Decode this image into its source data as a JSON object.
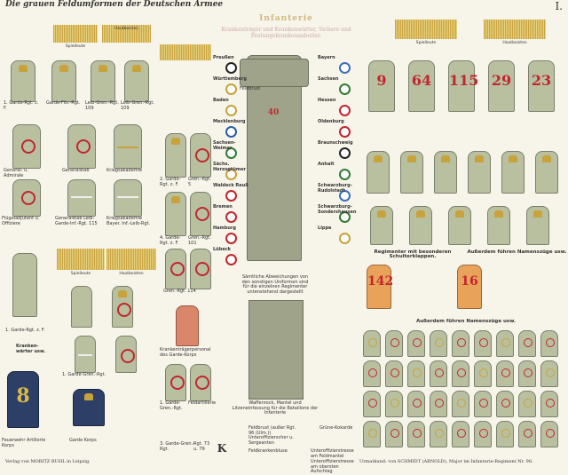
{
  "header": {
    "title": "Die grauen Feldumformen der Deutschen Armee",
    "plate_number": "I."
  },
  "left": {
    "label_top": "Spielleute",
    "label_hautboist": "Hautboisten",
    "straps": [
      "1. Garde-Rgt. z. F.",
      "Garde-Fils.-Rgt.",
      "Leib-Gren.-Rgt. 109",
      "Leib-Gren.-Rgt. 109"
    ],
    "row2": [
      "General- u. Admirale",
      "Generalstab",
      "Kriegsakademie"
    ],
    "row3": [
      "Flügeladjutant u. Offiziere",
      "Generalstab Leib-Garde-Inf.-Rgt. 115",
      "Kriegsakademie Bayer. Inf.-Leib-Rgt."
    ],
    "spielleute2": "Spielleute",
    "hautboist2": "Hautboisten",
    "garde": "1. Garde-Rgt. z. F.",
    "garde_gren": "1. Garde-Gren.-Rgt.",
    "kranken": "Kranken-\nwärter usw.",
    "bottom": [
      "Feuerwehr Artillerie Korps",
      "Garde Korps"
    ],
    "verlag": "Verlag von MORITZ RUHL in Leipzig."
  },
  "mid": {
    "labels": [
      "2. Garde-Rgt. z. F.",
      "Gren.-Rgt. 5",
      "4. Garde-Rgt. z. F.",
      "Gren.-Rgt. 101",
      "Gren.-Rgt. 114",
      "Krankenträgerpersonal des Garde-Korps",
      "1. Garde-Gren.-Rgt.",
      "Feldartillerie",
      "3. Garde-Gren.-Rgt.",
      "Rgt. 73 u. 79"
    ]
  },
  "center": {
    "title": "Infanterie",
    "subtitle": "Krankenträger und Krankenwärter, Sichere und Festungskrankenanbeiter.",
    "states": [
      {
        "name": "Preußen",
        "color": "#222222"
      },
      {
        "name": "Bayern",
        "color": "#3a6fb8"
      },
      {
        "name": "Württemberg",
        "color": "#c8a23a"
      },
      {
        "name": "Sachsen",
        "color": "#2e7d32"
      },
      {
        "name": "Baden",
        "color": "#c8a23a"
      },
      {
        "name": "Hessen",
        "color": "#c0262e"
      },
      {
        "name": "Mecklenburg",
        "color": "#2a5db0"
      },
      {
        "name": "Oldenburg",
        "color": "#c0262e"
      },
      {
        "name": "Sachsen-Weimar",
        "color": "#2e7d32"
      },
      {
        "name": "Braunschweig",
        "color": "#222222"
      },
      {
        "name": "Sächs. Herzogtümer",
        "color": "#c8a23a"
      },
      {
        "name": "Anhalt",
        "color": "#2e7d32"
      },
      {
        "name": "Waldeck Reuß",
        "color": "#c0262e"
      },
      {
        "name": "Schwarzburg-Rudolstadt",
        "color": "#3a6fb8"
      },
      {
        "name": "Bremen",
        "color": "#c0262e"
      },
      {
        "name": "Schwarzburg-Sondershausen",
        "color": "#2e7d32"
      },
      {
        "name": "Hamburg",
        "color": "#c0262e"
      },
      {
        "name": "Lippe",
        "color": "#c8a23a"
      },
      {
        "name": "Lübeck",
        "color": "#c0262e"
      }
    ],
    "note1": "Sämtliche Abweichungen von den sonstigen Uniformen sind für die einzelnen Regimenter untenstehend dargestellt",
    "note2": "Waffenrock, Mantel und Litzeneinfassung für die Bataillone der Infanterie",
    "captions": [
      "Feldbrust",
      "Feldbrust (außer Rgt. 96 (Ulm.)) Unteroffizierscher u. Sergeanten",
      "Grüne-Kokarde",
      "Feldkrankenbluse",
      "Unteroffizierstresse am Feldmantel",
      "Unteroffizierstresse am obersten Aufschlag"
    ],
    "kiste": "K"
  },
  "right": {
    "top_labels": [
      "Spielleute",
      "Hautboisten"
    ],
    "numbers": [
      "9",
      "64",
      "115",
      "29",
      "23"
    ],
    "section1": "Regimenter mit besonderen Schulterklappen.",
    "section2": "Außerdem führen Namenszüge usw.",
    "red_numbers": [
      "142",
      "16"
    ],
    "section3": "Außerdem führen Namenszüge usw.",
    "credit": "Urmatkund: von SCHMIDT (ARNOLD), Major im Infanterie-Regiment Nr. 98."
  }
}
